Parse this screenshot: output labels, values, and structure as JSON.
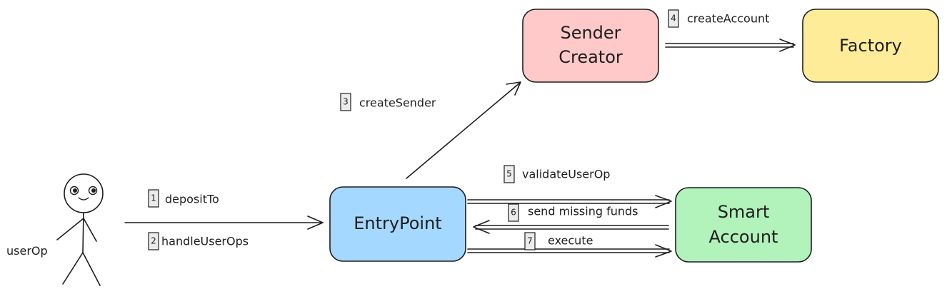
{
  "actor": {
    "label": "userOp"
  },
  "nodes": {
    "sender_creator": {
      "line1": "Sender",
      "line2": "Creator",
      "fill": "#ffc9c9"
    },
    "factory": {
      "label": "Factory",
      "fill": "#ffec99"
    },
    "entry_point": {
      "label": "EntryPoint",
      "fill": "#a5d8ff"
    },
    "smart_account": {
      "line1": "Smart",
      "line2": "Account",
      "fill": "#b2f2bb"
    }
  },
  "steps": [
    {
      "num": "1",
      "label": "depositTo"
    },
    {
      "num": "2",
      "label": "handleUserOps"
    },
    {
      "num": "3",
      "label": "createSender"
    },
    {
      "num": "4",
      "label": "createAccount"
    },
    {
      "num": "5",
      "label": "validateUserOp"
    },
    {
      "num": "6",
      "label": "send missing funds"
    },
    {
      "num": "7",
      "label": "execute"
    }
  ]
}
